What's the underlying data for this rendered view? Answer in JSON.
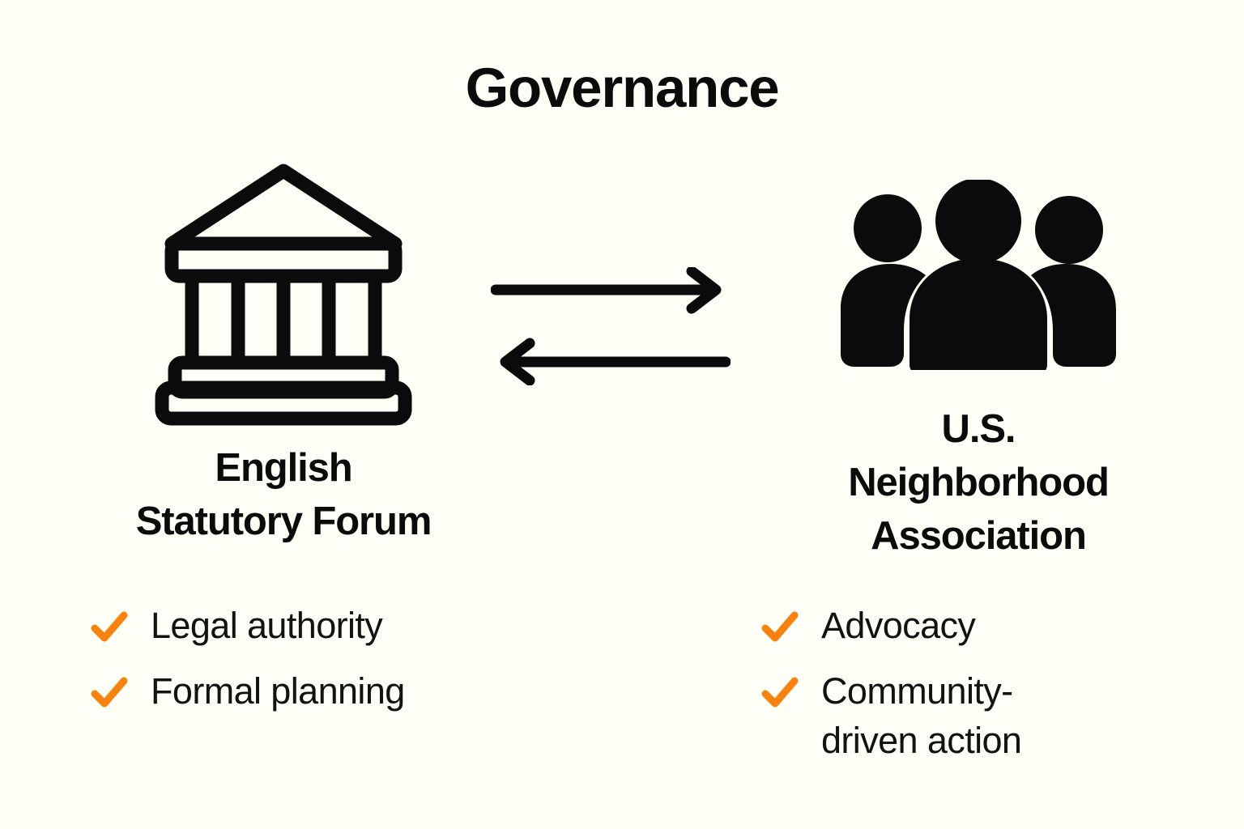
{
  "page": {
    "title": "Governance",
    "background_color": "#fffff7",
    "text_color": "#0b0b0b",
    "accent_color": "#f8820f"
  },
  "connector": {
    "name": "bidirectional-exchange",
    "arrows": [
      {
        "direction": "right",
        "label": ""
      },
      {
        "direction": "left",
        "label": ""
      }
    ]
  },
  "nodes": [
    {
      "id": "english-statutory-forum",
      "icon": "classical-building-icon",
      "label": "English\nStatutory Forum",
      "bullets": [
        {
          "icon": "check-icon",
          "text": "Legal authority"
        },
        {
          "icon": "check-icon",
          "text": "Formal planning"
        }
      ]
    },
    {
      "id": "us-neighborhood-association",
      "icon": "people-group-icon",
      "label": "U.S.\nNeighborhood\nAssociation",
      "bullets": [
        {
          "icon": "check-icon",
          "text": "Advocacy"
        },
        {
          "icon": "check-icon",
          "text": "Community-\ndriven action"
        }
      ]
    }
  ]
}
